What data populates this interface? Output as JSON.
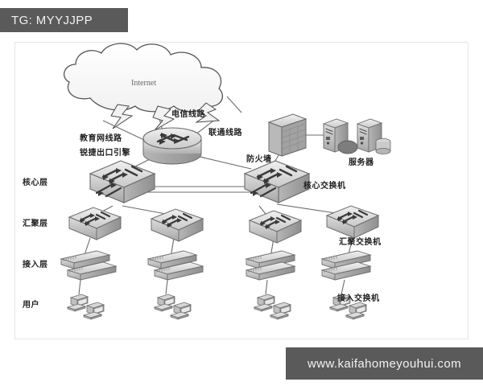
{
  "watermarks": {
    "top": "TG: MYYJJPP",
    "bottom": "www.kaifahomeyouhui.com"
  },
  "diagram": {
    "title_cloud": "Internet",
    "link_labels": {
      "edu": "教育网线路",
      "engine": "锐捷出口引擎",
      "telecom": "电信线路",
      "unicom": "联通线路"
    },
    "device_labels": {
      "firewall": "防火墙",
      "servers": "服务器",
      "core_switch": "核心交换机",
      "aggregation_switch": "汇聚交换机",
      "access_switch": "接入交换机"
    },
    "layers": [
      {
        "key": "core",
        "label": "核心层"
      },
      {
        "key": "aggr",
        "label": "汇聚层"
      },
      {
        "key": "access",
        "label": "接入层"
      },
      {
        "key": "user",
        "label": "用户"
      }
    ],
    "counts": {
      "core_switches": 2,
      "aggregation_switches": 4,
      "access_switch_stacks": 4,
      "user_groups": 4,
      "servers": 2,
      "routers": 1,
      "firewalls": 1
    },
    "colors": {
      "ink": "#2b2b2b",
      "line": "#5a5a5a",
      "device_light": "#e8e8e8",
      "device_mid": "#bdbdbd",
      "device_dark": "#8e8e8e",
      "cloud_stroke": "#555555",
      "watermark_bg": "#5a5a5a",
      "watermark_text": "#f2f2f2",
      "page_bg": "#ffffff"
    }
  }
}
